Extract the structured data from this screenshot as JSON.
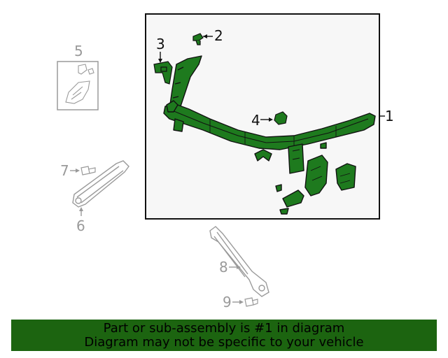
{
  "callouts": {
    "c1": "1",
    "c2": "2",
    "c3": "3",
    "c4": "4",
    "c5": "5",
    "c6": "6",
    "c7": "7",
    "c8": "8",
    "c9": "9"
  },
  "banner": {
    "line1": "Part or sub-assembly is #1 in diagram",
    "line2": "Diagram may not be specific to your vehicle"
  },
  "colors": {
    "highlight_part": "#1e7a1e",
    "banner": "#1c6410",
    "secondary_part": "#9a9a9a",
    "panel": "#f7f7f7"
  }
}
